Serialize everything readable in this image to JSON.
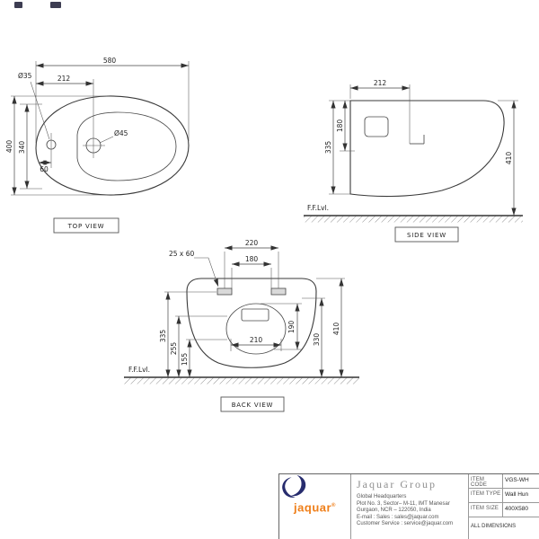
{
  "page": {
    "bg": "#ffffff",
    "line_color": "#3a3a3a",
    "accent_orange": "#ef7f1a",
    "logo_navy": "#272c6e"
  },
  "top_view": {
    "label": "TOP VIEW",
    "dim_width": "580",
    "dim_drain_offset": "212",
    "dim_faucet_dia": "Ø35",
    "dim_drain_dia": "Ø45",
    "dim_depth": "400",
    "dim_inner_depth": "340",
    "dim_faucet_offset": "60"
  },
  "side_view": {
    "label": "SIDE VIEW",
    "floor": "F.F.Lvl.",
    "dim_top_depth": "212",
    "dim_tank_height": "180",
    "dim_body_height": "335",
    "dim_total_height": "410"
  },
  "back_view": {
    "label": "BACK VIEW",
    "floor": "F.F.Lvl.",
    "dim_bolt_span": "220",
    "dim_bolt_span_inner": "180",
    "dim_bolt_slot": "25 x 60",
    "dim_bowl_width": "210",
    "dim_bowl_height": "190",
    "dim_bolt_height": "335",
    "dim_spout_height": "255",
    "dim_bowl_bottom_height": "155",
    "dim_rim_height": "330",
    "dim_total_height": "410"
  },
  "title_block": {
    "brand": "jaquar",
    "brand_mark": "®",
    "company": "Jaquar Group",
    "address_lines": [
      "Global Headquarters",
      "Plot No. 3, Sector– M-11, IMT Manesar",
      "Gurgaon, NCR – 122050, India",
      "E-mail : Sales : sales@jaquar.com",
      "Customer Service : service@jaquar.com"
    ],
    "rows": [
      {
        "label": "ITEM CODE",
        "value": "VGS-WH"
      },
      {
        "label": "ITEM TYPE",
        "value": "Wall Hun"
      },
      {
        "label": "ITEM SIZE",
        "value": "400X580"
      }
    ],
    "footnote": "ALL DIMENSIONS"
  }
}
